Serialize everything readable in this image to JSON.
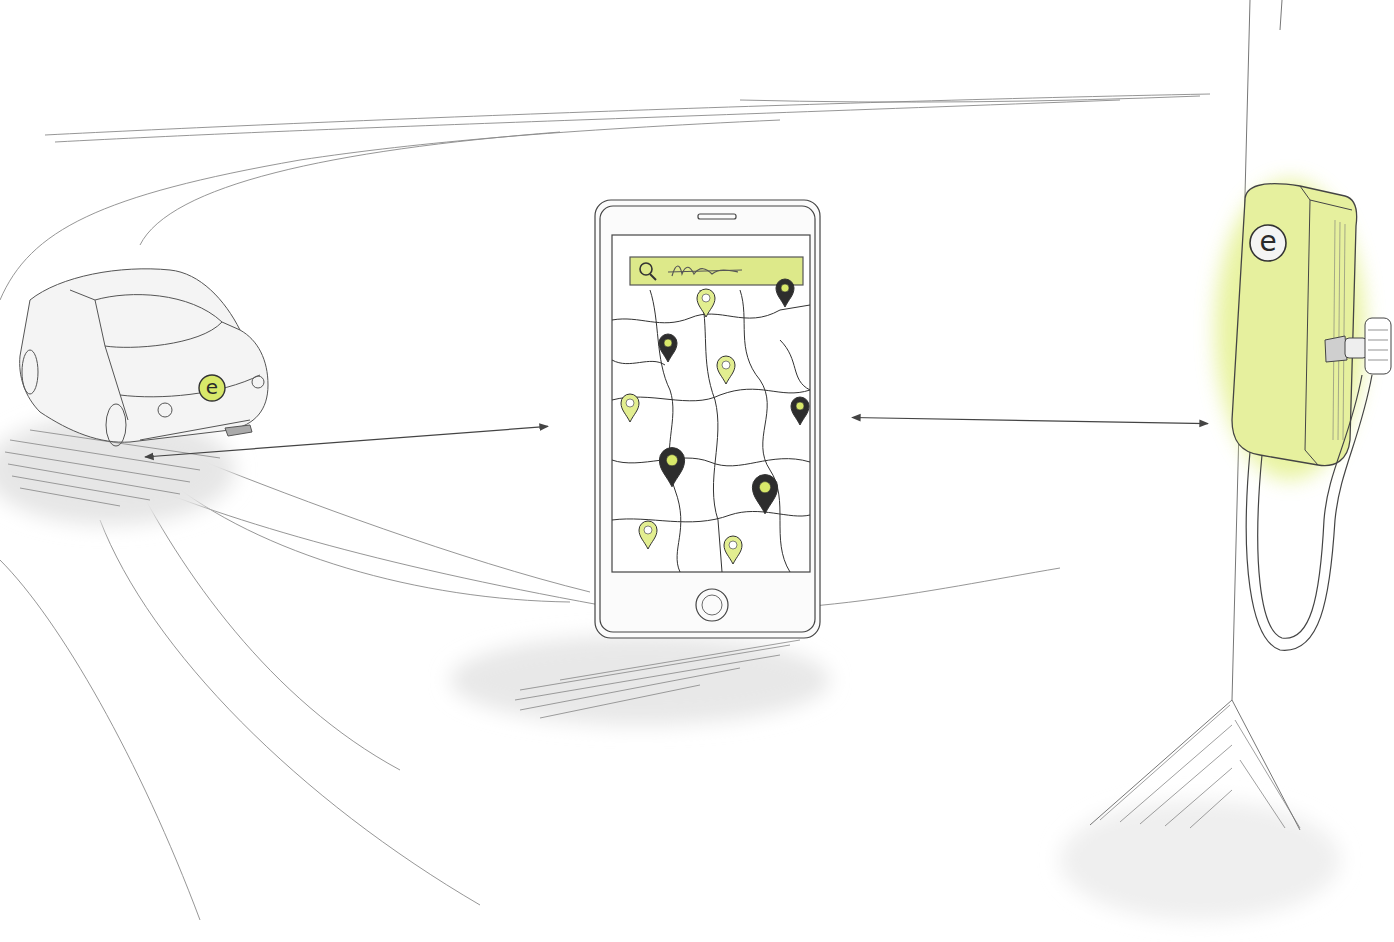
{
  "diagram": {
    "nodes": [
      {
        "text": [
          "e"
        ]
      },
      {
        "text": []
      },
      {
        "text": [
          "e"
        ]
      }
    ],
    "edges": [
      {
        "from": 0,
        "to": 1,
        "arrow": "both"
      },
      {
        "from": 1,
        "to": 2,
        "arrow": "both"
      }
    ]
  }
}
